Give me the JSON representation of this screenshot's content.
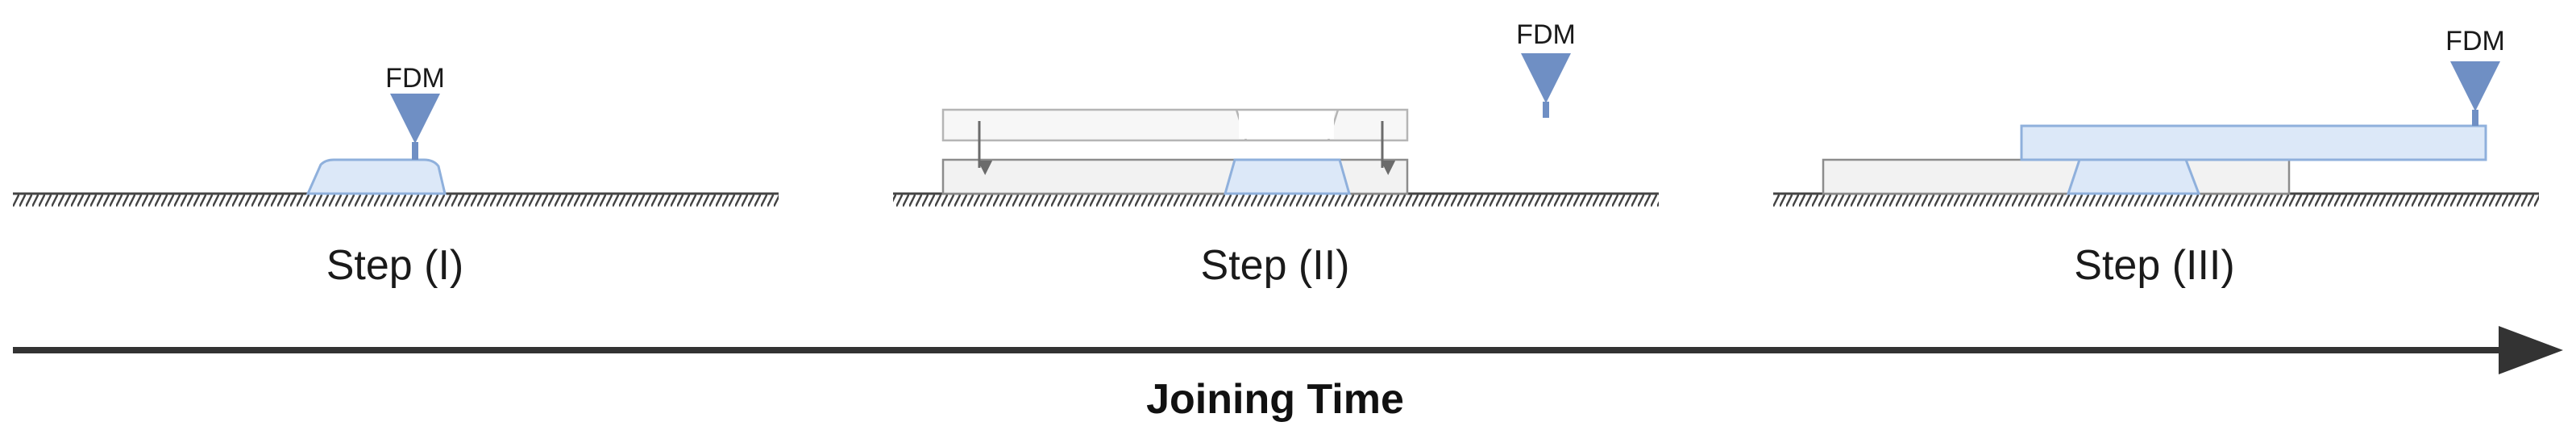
{
  "colors": {
    "filament_fill": "#dce8f8",
    "filament_stroke": "#8fb0dc",
    "nozzle": "#6f8fc4",
    "part_fill": "#f2f2f2",
    "part_ghost_fill": "#f7f7f7",
    "part_stroke": "#8c8c8c",
    "ground_hatch": "#444444",
    "axis": "#333333"
  },
  "steps": [
    {
      "label": "Step (I)",
      "nozzle_label": "FDM"
    },
    {
      "label": "Step (II)",
      "nozzle_label": "FDM"
    },
    {
      "label": "Step (III)",
      "nozzle_label": "FDM"
    }
  ],
  "timeline": {
    "label": "Joining Time"
  }
}
